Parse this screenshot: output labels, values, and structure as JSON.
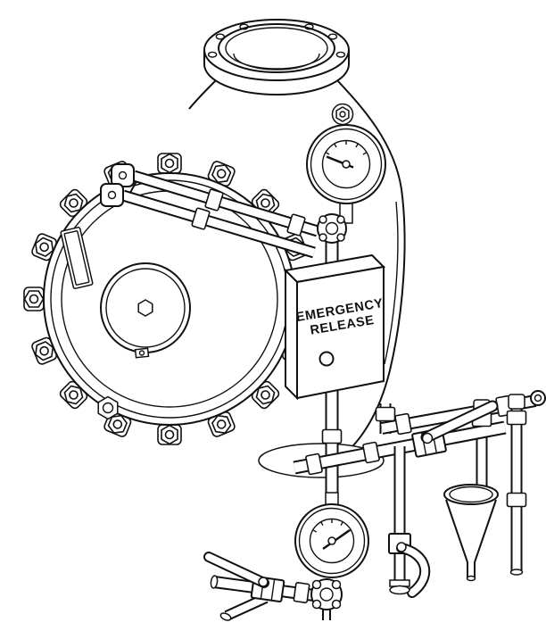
{
  "drawing": {
    "background_color": "#ffffff",
    "line_color": "#111111",
    "emergency_release": {
      "line1": "EMERGENCY",
      "line2": "RELEASE"
    },
    "components": [
      "flanged-inlet",
      "valve-body",
      "bolted-cover-plate",
      "cover-bolts",
      "identification-plate",
      "upper-pressure-gauge",
      "gauge-trim-piping",
      "emergency-release-station",
      "release-button",
      "lower-pressure-gauge",
      "ball-valve-lever",
      "drain-valve-curved-handle",
      "drip-funnel",
      "manifold-piping"
    ]
  }
}
